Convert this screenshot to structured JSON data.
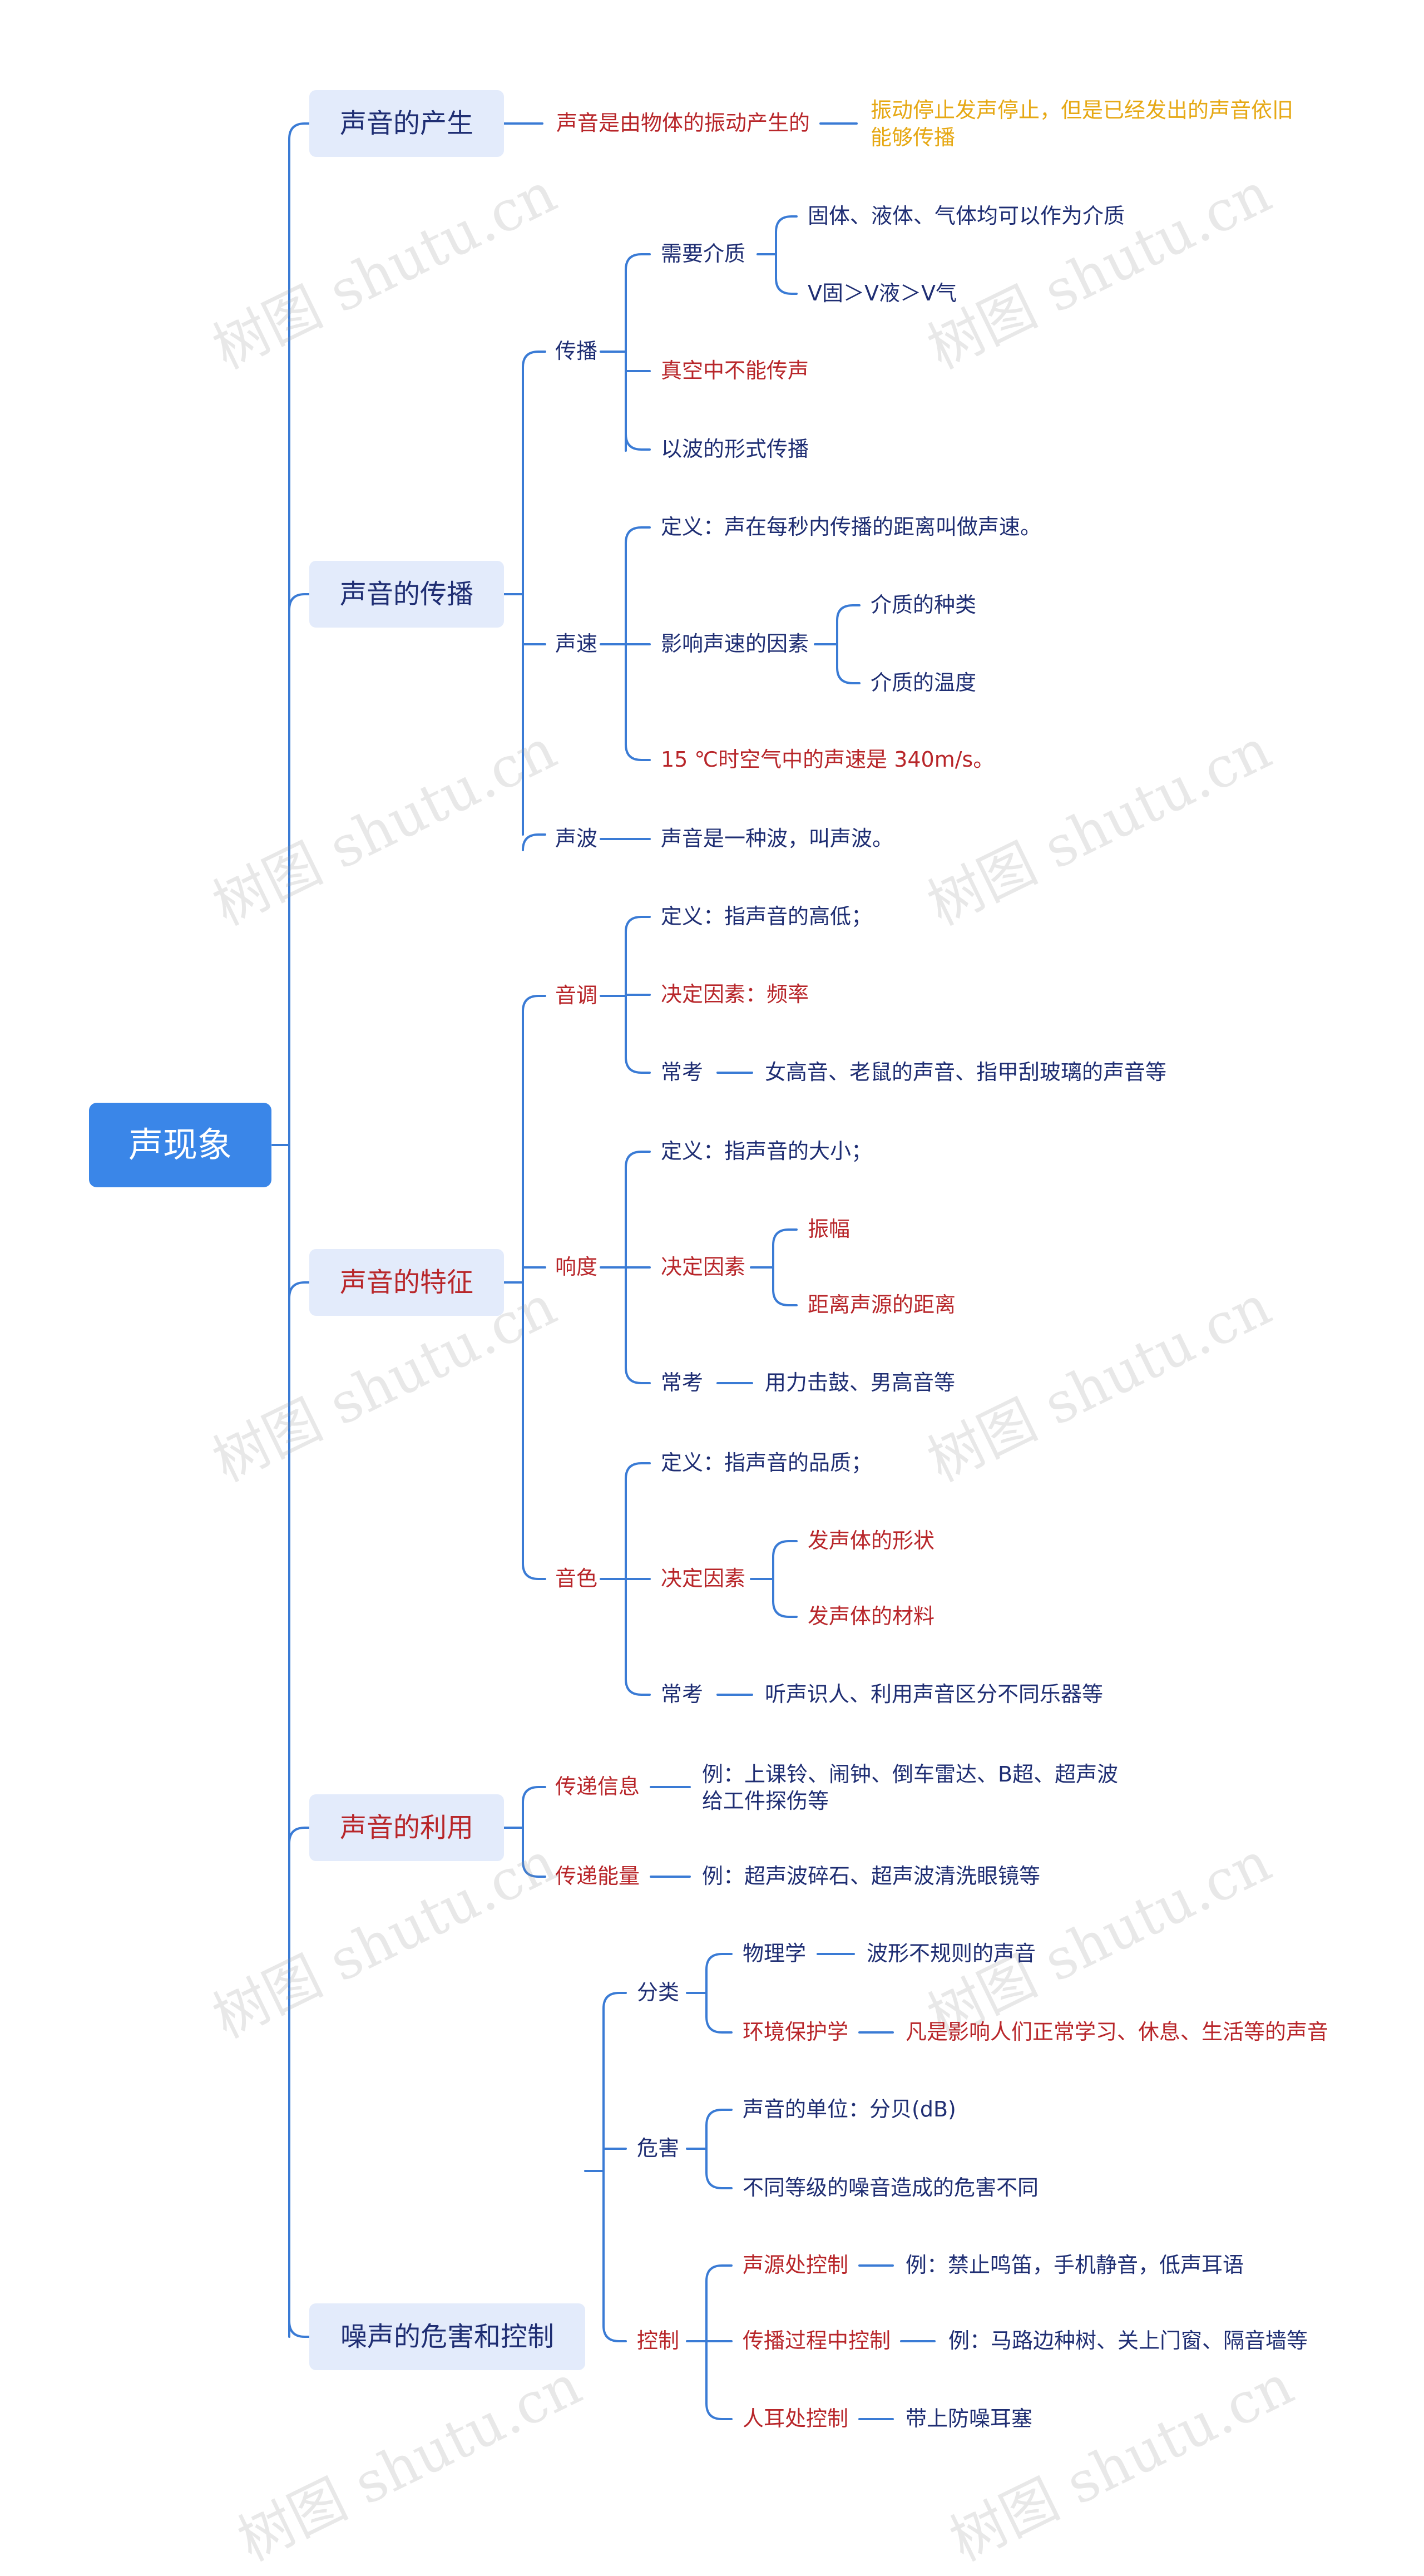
{
  "root": "声现象",
  "watermark": "树图 shutu.cn",
  "colors": {
    "line": "#3a7bd5",
    "root_bg": "#3a86e8",
    "branch_bg": "#e3ebfb",
    "blue_text": "#1f2e73",
    "red_text": "#b8262a",
    "gold_text": "#e6a814"
  },
  "branches": {
    "production": {
      "title": "声音的产生",
      "fact": "声音是由物体的振动产生的",
      "note_line1": "振动停止发声停止，但是已经发出的声音依旧",
      "note_line2": "能够传播"
    },
    "propagation": {
      "title": "声音的传播",
      "spread": {
        "label": "传播",
        "medium": "需要介质",
        "medium_a": "固体、液体、气体均可以作为介质",
        "medium_b": "V固＞V液＞V气",
        "vacuum": "真空中不能传声",
        "wave": "以波的形式传播"
      },
      "speed": {
        "label": "声速",
        "definition": "定义：声在每秒内传播的距离叫做声速。",
        "factors": "影响声速的因素",
        "factor_a": "介质的种类",
        "factor_b": "介质的温度",
        "air": "15 ℃时空气中的声速是 340m/s。"
      },
      "soundwave": {
        "label": "声波",
        "desc": "声音是一种波，叫声波。"
      }
    },
    "features": {
      "title": "声音的特征",
      "pitch": {
        "label": "音调",
        "definition": "定义：指声音的高低；",
        "factor": "决定因素：频率",
        "exam": "常考",
        "exam_text": "女高音、老鼠的声音、指甲刮玻璃的声音等"
      },
      "loudness": {
        "label": "响度",
        "definition": "定义：指声音的大小；",
        "factor": "决定因素",
        "factor_a": "振幅",
        "factor_b": "距离声源的距离",
        "exam": "常考",
        "exam_text": "用力击鼓、男高音等"
      },
      "timbre": {
        "label": "音色",
        "definition": "定义：指声音的品质；",
        "factor": "决定因素",
        "factor_a": "发声体的形状",
        "factor_b": "发声体的材料",
        "exam": "常考",
        "exam_text": "听声识人、利用声音区分不同乐器等"
      }
    },
    "usage": {
      "title": "声音的利用",
      "info": "传递信息",
      "info_line1": "例：上课铃、闹钟、倒车雷达、B超、超声波",
      "info_line2": "给工件探伤等",
      "energy": "传递能量",
      "energy_text": "例：超声波碎石、超声波清洗眼镜等"
    },
    "noise": {
      "title": "噪声的危害和控制",
      "classify": {
        "label": "分类",
        "physics": "物理学",
        "physics_text": "波形不规则的声音",
        "env": "环境保护学",
        "env_text": "凡是影响人们正常学习、休息、生活等的声音"
      },
      "harm": {
        "label": "危害",
        "unit": "声音的单位：分贝(dB)",
        "levels": "不同等级的噪音造成的危害不同"
      },
      "control": {
        "label": "控制",
        "source": "声源处控制",
        "source_text": "例：禁止鸣笛，手机静音，低声耳语",
        "path": "传播过程中控制",
        "path_text": "例：马路边种树、关上门窗、隔音墙等",
        "ear": "人耳处控制",
        "ear_text": "带上防噪耳塞"
      }
    }
  }
}
